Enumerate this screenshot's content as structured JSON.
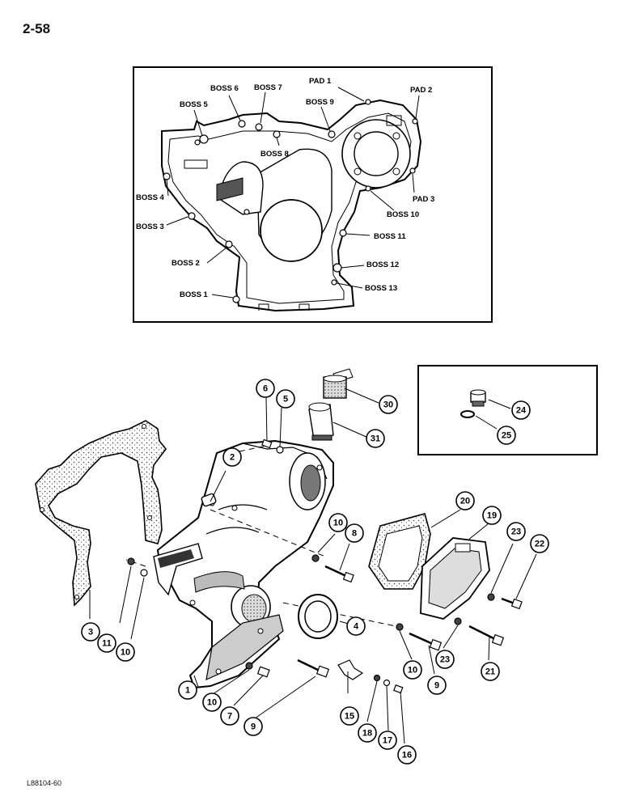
{
  "page_number": "2-58",
  "figure_code": "L88104-60",
  "callouts": [
    {
      "id": "c1",
      "text": "1"
    },
    {
      "id": "c2",
      "text": "2"
    },
    {
      "id": "c3",
      "text": "3"
    },
    {
      "id": "c4",
      "text": "4"
    },
    {
      "id": "c5",
      "text": "5"
    },
    {
      "id": "c6",
      "text": "6"
    },
    {
      "id": "c7",
      "text": "7"
    },
    {
      "id": "c8",
      "text": "8"
    },
    {
      "id": "c9a",
      "text": "9"
    },
    {
      "id": "c9b",
      "text": "9"
    },
    {
      "id": "c10a",
      "text": "10"
    },
    {
      "id": "c10b",
      "text": "10"
    },
    {
      "id": "c10c",
      "text": "10"
    },
    {
      "id": "c10d",
      "text": "10"
    },
    {
      "id": "c11",
      "text": "11"
    },
    {
      "id": "c15",
      "text": "15"
    },
    {
      "id": "c16",
      "text": "16"
    },
    {
      "id": "c17",
      "text": "17"
    },
    {
      "id": "c18",
      "text": "18"
    },
    {
      "id": "c19",
      "text": "19"
    },
    {
      "id": "c20",
      "text": "20"
    },
    {
      "id": "c21",
      "text": "21"
    },
    {
      "id": "c22",
      "text": "22"
    },
    {
      "id": "c23a",
      "text": "23"
    },
    {
      "id": "c23b",
      "text": "23"
    },
    {
      "id": "c24",
      "text": "24"
    },
    {
      "id": "c25",
      "text": "25"
    },
    {
      "id": "c30",
      "text": "30"
    },
    {
      "id": "c31",
      "text": "31"
    }
  ],
  "inset_labels": [
    {
      "id": "boss1",
      "text": "BOSS 1"
    },
    {
      "id": "boss2",
      "text": "BOSS 2"
    },
    {
      "id": "boss3",
      "text": "BOSS 3"
    },
    {
      "id": "boss4",
      "text": "BOSS 4"
    },
    {
      "id": "boss5",
      "text": "BOSS 5"
    },
    {
      "id": "boss6",
      "text": "BOSS 6"
    },
    {
      "id": "boss7",
      "text": "BOSS 7"
    },
    {
      "id": "boss8",
      "text": "BOSS 8"
    },
    {
      "id": "boss9",
      "text": "BOSS 9"
    },
    {
      "id": "boss10",
      "text": "BOSS 10"
    },
    {
      "id": "boss11",
      "text": "BOSS 11"
    },
    {
      "id": "boss12",
      "text": "BOSS 12"
    },
    {
      "id": "boss13",
      "text": "BOSS 13"
    },
    {
      "id": "pad1",
      "text": "PAD 1"
    },
    {
      "id": "pad2",
      "text": "PAD 2"
    },
    {
      "id": "pad3",
      "text": "PAD 3"
    }
  ]
}
